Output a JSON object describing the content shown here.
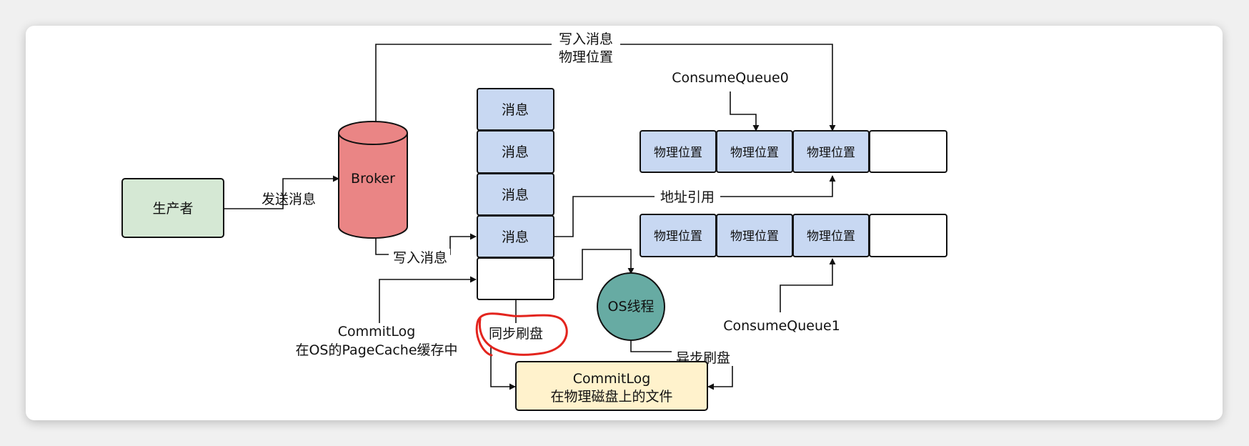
{
  "producer": {
    "label": "生产者"
  },
  "broker": {
    "label": "Broker"
  },
  "send_label": "发送消息",
  "write_msg_label": "写入消息",
  "top_label": {
    "line1": "写入消息",
    "line2": "物理位置"
  },
  "address_ref_label": "地址引用",
  "message_stack": [
    "消息",
    "消息",
    "消息",
    "消息"
  ],
  "commitlog_cache": {
    "line1": "CommitLog",
    "line2": "在OS的PageCache缓存中"
  },
  "sync_flush_label": "同步刷盘",
  "async_flush_label": "异步刷盘",
  "os_thread": {
    "label": "OS线程"
  },
  "commitlog_file": {
    "line1": "CommitLog",
    "line2": "在物理磁盘上的文件"
  },
  "consume_queue0": {
    "label": "ConsumeQueue0",
    "cells": [
      "物理位置",
      "物理位置",
      "物理位置",
      ""
    ]
  },
  "consume_queue1": {
    "label": "ConsumeQueue1",
    "cells": [
      "物理位置",
      "物理位置",
      "物理位置",
      ""
    ]
  },
  "colors": {
    "producer_fill": "#d5e8d4",
    "broker_fill": "#ea8585",
    "message_fill": "#c8d8f2",
    "os_thread_fill": "#67aba3",
    "commitlog_file_fill": "#fff2cc",
    "highlight_circle": "#e3241d"
  }
}
